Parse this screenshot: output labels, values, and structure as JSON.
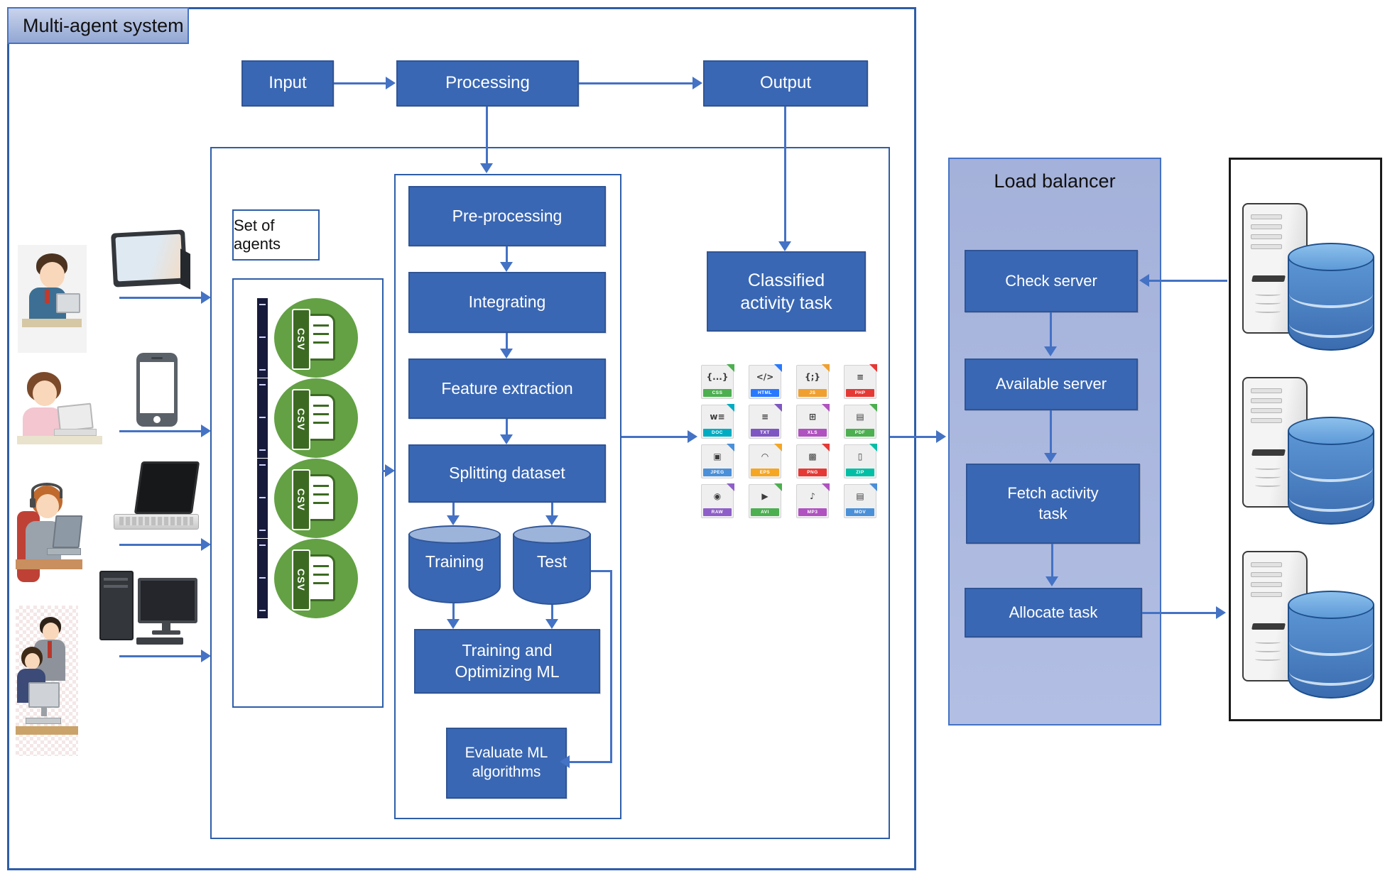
{
  "multi_agent": {
    "title": "Multi-agent system"
  },
  "top_flow": {
    "input": "Input",
    "processing": "Processing",
    "output": "Output"
  },
  "agents": {
    "panel_label": "Set of agents",
    "items": [
      {
        "label": "CSV"
      },
      {
        "label": "CSV"
      },
      {
        "label": "CSV"
      },
      {
        "label": "CSV"
      }
    ]
  },
  "users": [
    {
      "person": "man-at-desk-with-laptop",
      "device": "tablet"
    },
    {
      "person": "woman-at-laptop",
      "device": "smartphone"
    },
    {
      "person": "support-agent-with-headset",
      "device": "laptop"
    },
    {
      "person": "two-people-at-desktop",
      "device": "desktop-computer"
    }
  ],
  "pipeline": {
    "steps": [
      "Pre-processing",
      "Integrating",
      "Feature extraction",
      "Splitting dataset"
    ],
    "training_label": "Training",
    "test_label": "Test",
    "train_optimize_lines": [
      "Training and",
      "Optimizing ML"
    ],
    "evaluate_lines": [
      "Evaluate ML",
      "algorithms"
    ]
  },
  "classified_lines": [
    "Classified",
    "activity task"
  ],
  "file_icons": [
    {
      "label": "CSS",
      "glyph": "{...}",
      "color": "#4caf50"
    },
    {
      "label": "HTML",
      "glyph": "</>",
      "color": "#2979ff"
    },
    {
      "label": "JS",
      "glyph": "{;}",
      "color": "#f0a030"
    },
    {
      "label": "PHP",
      "glyph": "≡",
      "color": "#e53935"
    },
    {
      "label": "DOC",
      "glyph": "w≡",
      "color": "#00acc1"
    },
    {
      "label": "TXT",
      "glyph": "≡",
      "color": "#7e57c2"
    },
    {
      "label": "XLS",
      "glyph": "⊞",
      "color": "#b052c0"
    },
    {
      "label": "PDF",
      "glyph": "▤",
      "color": "#4caf50"
    },
    {
      "label": "JPEG",
      "glyph": "▣",
      "color": "#4a90d9"
    },
    {
      "label": "EPS",
      "glyph": "◠",
      "color": "#f5a623"
    },
    {
      "label": "PNG",
      "glyph": "▩",
      "color": "#e53935"
    },
    {
      "label": "ZIP",
      "glyph": "▯",
      "color": "#00bfa5"
    },
    {
      "label": "RAW",
      "glyph": "◉",
      "color": "#8e5fc8"
    },
    {
      "label": "AVI",
      "glyph": "▶",
      "color": "#4caf50"
    },
    {
      "label": "MP3",
      "glyph": "♪",
      "color": "#b052c0"
    },
    {
      "label": "MOV",
      "glyph": "▤",
      "color": "#4a90d9"
    }
  ],
  "load_balancer": {
    "title": "Load balancer",
    "steps": [
      "Check server",
      "Available server",
      "Fetch activity task",
      "Allocate task"
    ],
    "steps_lines": [
      [
        "Check server"
      ],
      [
        "Available server"
      ],
      [
        "Fetch activity",
        "task"
      ],
      [
        "Allocate task"
      ]
    ]
  },
  "servers": {
    "items": [
      "server-database",
      "server-database",
      "server-database"
    ]
  },
  "colors": {
    "box_fill": "#3a67b3",
    "box_border": "#2f5597",
    "arrow": "#4472c4",
    "panel_fill": "#aab7de",
    "outer_border": "#2e5ea8",
    "agent_green": "#63a144",
    "agent_dark_green": "#3c6a22",
    "navy_bar": "#171a3a"
  }
}
